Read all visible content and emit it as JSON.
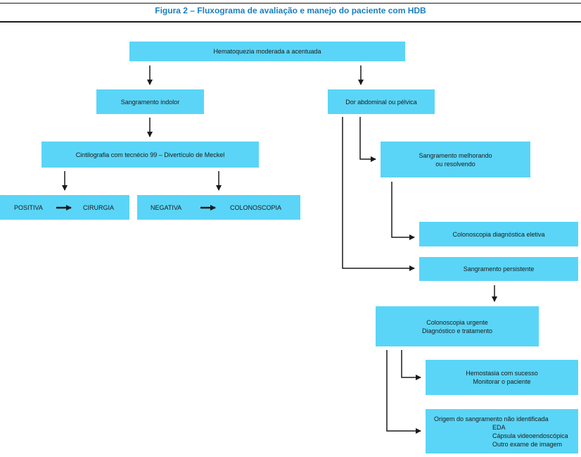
{
  "title": "Figura 2 – Fluxograma de avaliação e manejo do paciente com HDB",
  "colors": {
    "box": "#5ad5f7",
    "title": "#1a7fbf",
    "line": "#1a1a1a"
  },
  "nodes": {
    "hematoquezia": "Hematoquezia moderada a acentuada",
    "sangramento_indolor": "Sangramento indolor",
    "dor_abdominal": "Dor abdominal ou pélvica",
    "cintilografia": "Cintilografia com tecnécio 99 – Divertículo de Meckel",
    "positiva": "POSITIVA",
    "cirurgia": "CIRURGIA",
    "negativa": "NEGATIVA",
    "colonoscopia": "COLONOSCOPIA",
    "melhorando_1": "Sangramento melhorando",
    "melhorando_2": "ou resolvendo",
    "colonoscopia_eletiva": "Colonoscopia diagnóstica eletiva",
    "persistente": "Sangramento persistente",
    "urgente_1": "Colonoscopia urgente",
    "urgente_2": "Diagnóstico e tratamento",
    "hemostasia_1": "Hemostasia com sucesso",
    "hemostasia_2": "Monitorar o paciente",
    "origem_1": "Origem do sangramento não identificada",
    "origem_2": "EDA",
    "origem_3": "Cápsula videoendoscópica",
    "origem_4": "Outro exame de imagem"
  }
}
